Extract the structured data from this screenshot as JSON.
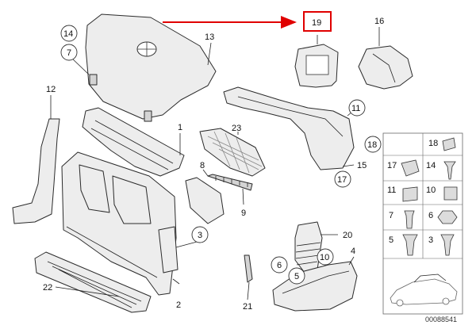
{
  "diagram": {
    "callouts": {
      "c1": "1",
      "c2": "2",
      "c3": "3",
      "c4": "4",
      "c5": "5",
      "c6": "6",
      "c7": "7",
      "c8": "8",
      "c9": "9",
      "c10": "10",
      "c11": "11",
      "c12": "12",
      "c13": "13",
      "c14": "14",
      "c15": "15",
      "c16": "16",
      "c17": "17",
      "c18": "18",
      "c19": "19",
      "c20": "20",
      "c21": "21",
      "c22": "22",
      "c23": "23"
    },
    "legend": {
      "r1": "18",
      "r2a": "17",
      "r2b": "14",
      "r3a": "11",
      "r3b": "10",
      "r4a": "7",
      "r4b": "6",
      "r5a": "5",
      "r5b": "3"
    },
    "footer_code": "00088541",
    "colors": {
      "highlight": "#e00000"
    }
  }
}
